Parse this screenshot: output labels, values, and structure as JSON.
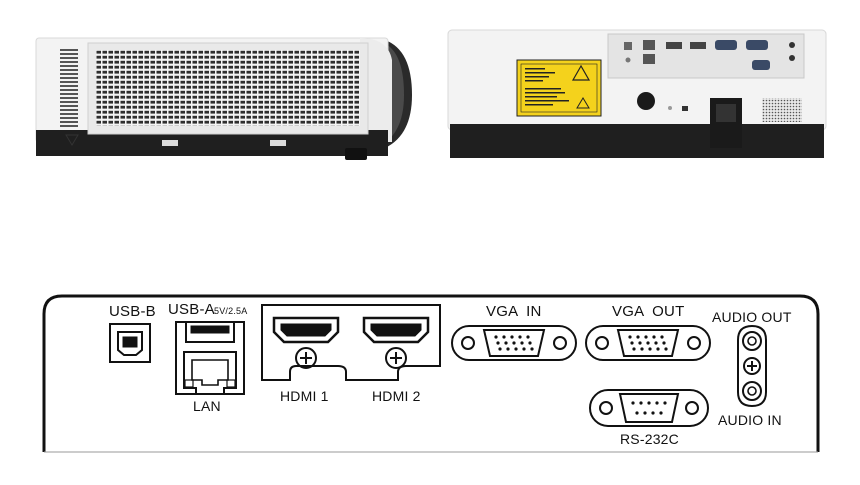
{
  "photos": {
    "side_view": "projector-side-photo",
    "rear_view": "projector-rear-photo"
  },
  "panel": {
    "usb_b_label": "USB-B",
    "usb_a_label": "USB-A",
    "usb_a_rating": "5V/2.5A",
    "lan_label": "LAN",
    "hdmi1_label": "HDMI 1",
    "hdmi2_label": "HDMI 2",
    "vga_in_label": "VGA  IN",
    "vga_out_label": "VGA  OUT",
    "rs232_label": "RS-232C",
    "audio_out_label": "AUDIO OUT",
    "audio_in_label": "AUDIO IN"
  },
  "colors": {
    "body_white": "#f2f2f2",
    "base_black": "#1e1e1e",
    "warning_yellow": "#f4d21c"
  }
}
